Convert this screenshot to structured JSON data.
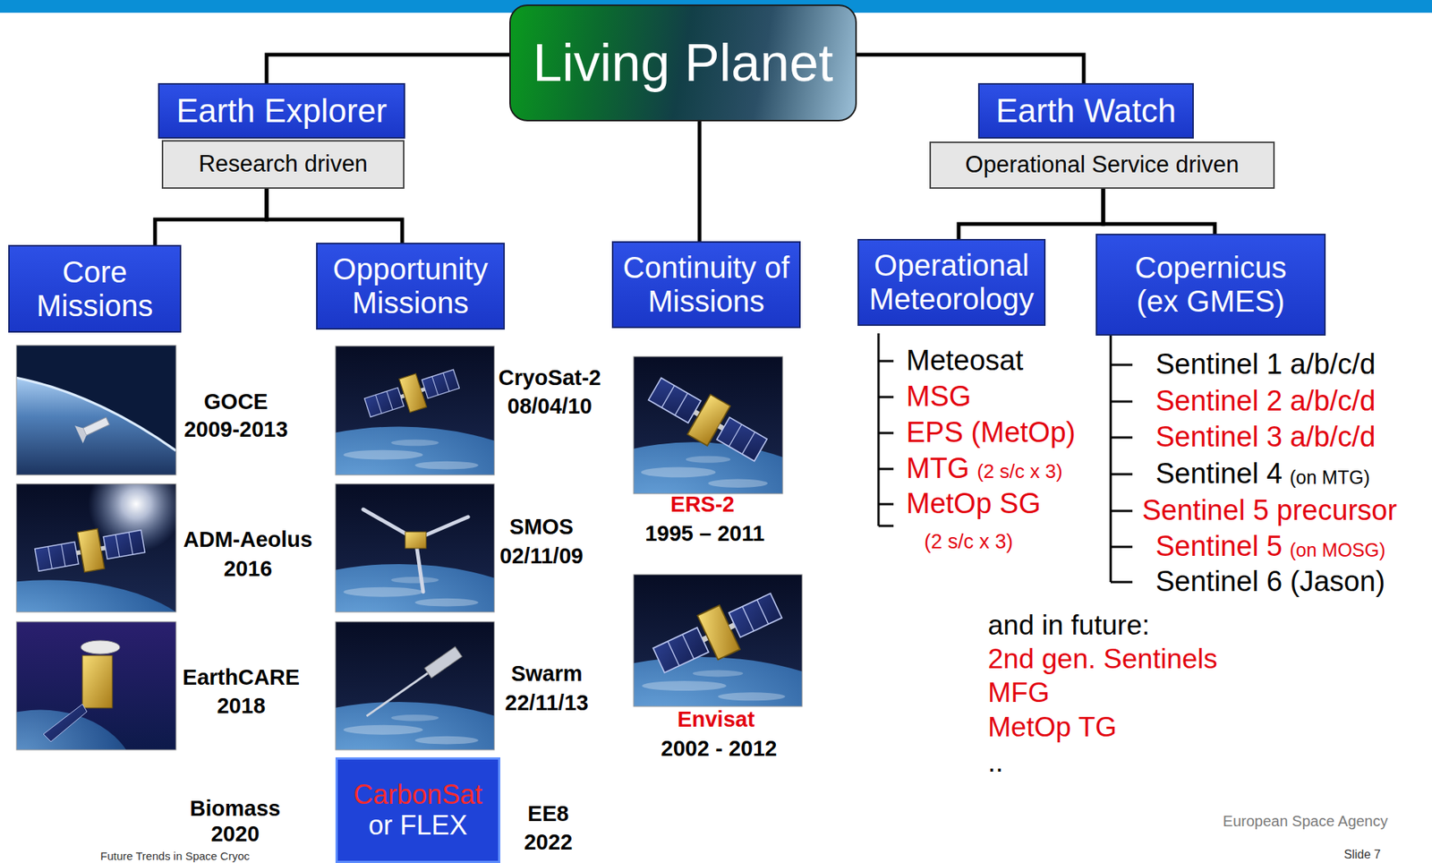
{
  "diagram": {
    "nodes": [
      {
        "text": [
          "Living Planet"
        ]
      },
      {
        "text": [
          "Earth Explorer"
        ]
      },
      {
        "text": [
          "Earth Watch"
        ]
      },
      {
        "text": [
          "Research driven"
        ]
      },
      {
        "text": [
          "Operational Service driven"
        ]
      },
      {
        "text": [
          "Core Missions"
        ]
      },
      {
        "text": [
          "Opportunity Missions"
        ]
      },
      {
        "text": [
          "Continuity of Missions"
        ]
      },
      {
        "text": [
          "Operational Meteorology"
        ]
      },
      {
        "text": [
          "Copernicus (ex GMES)"
        ]
      },
      {
        "text": [
          "CarbonSat",
          "or FLEX"
        ]
      }
    ],
    "edges": [
      {
        "from": 0,
        "to": 1,
        "arrow": "none"
      },
      {
        "from": 0,
        "to": 7,
        "arrow": "none"
      },
      {
        "from": 0,
        "to": 2,
        "arrow": "none"
      },
      {
        "from": 3,
        "to": 5,
        "arrow": "none"
      },
      {
        "from": 3,
        "to": 6,
        "arrow": "none"
      },
      {
        "from": 4,
        "to": 8,
        "arrow": "none"
      },
      {
        "from": 4,
        "to": 9,
        "arrow": "none"
      }
    ],
    "labels": [
      "GOCE",
      "2009-2013",
      "ADM-Aeolus",
      "2016",
      "EarthCARE",
      "2018",
      "Biomass",
      "2020",
      "CryoSat-2",
      "08/04/10",
      "SMOS",
      "02/11/09",
      "Swarm",
      "22/11/13",
      "EE8",
      "2022",
      "ERS-2",
      "1995 – 2011",
      "Envisat",
      "2002 - 2012",
      "Meteosat",
      "MSG",
      "EPS (MetOp)",
      "MTG",
      "(2 s/c x 3)",
      "MetOp SG",
      "(2 s/c x 3)",
      "Sentinel 1 a/b/c/d",
      "Sentinel 2 a/b/c/d",
      "Sentinel 3 a/b/c/d",
      "Sentinel 4",
      "(on MTG)",
      "Sentinel 5 precursor",
      "Sentinel 5",
      "(on MOSG)",
      "Sentinel 6 (Jason)",
      "and in future:",
      "2nd gen. Sentinels",
      "MFG",
      "MetOp TG",
      "..",
      "European Space Agency",
      "Future Trends in Space Cryoc",
      "Slide 7"
    ]
  }
}
